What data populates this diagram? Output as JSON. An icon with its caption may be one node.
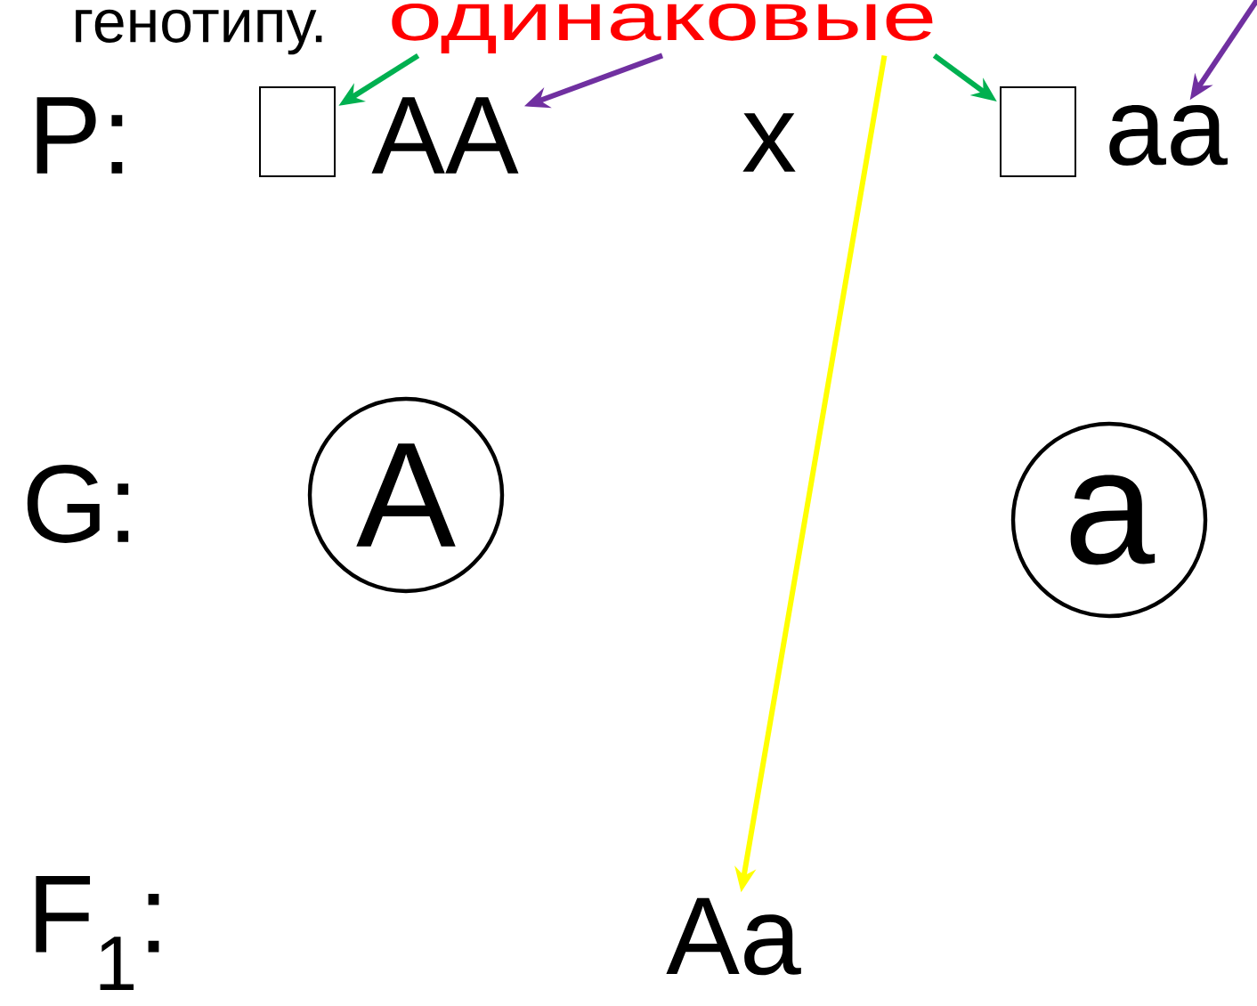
{
  "diagram": {
    "nodes": [
      {
        "text": [],
        "shape": "box"
      },
      {
        "text": [
          "AA"
        ]
      },
      {
        "text": [],
        "shape": "box"
      },
      {
        "text": [
          "aa"
        ]
      },
      {
        "text": [
          "A"
        ]
      },
      {
        "text": [
          "a"
        ]
      },
      {
        "text": [
          "Aa"
        ]
      },
      {
        "text": [
          "одинаковые"
        ]
      }
    ],
    "edges": [
      {
        "from": 7,
        "to": 0,
        "arrow": "to",
        "color": "#00b050"
      },
      {
        "from": 7,
        "to": 1,
        "arrow": "to",
        "color": "#7030a0"
      },
      {
        "from": 7,
        "to": 6,
        "arrow": "to",
        "color": "#ffff00"
      },
      {
        "from": 7,
        "to": 2,
        "arrow": "to",
        "color": "#00b050"
      },
      {
        "from": null,
        "to": 3,
        "arrow": "to",
        "color": "#7030a0"
      }
    ],
    "labels": [
      "генотипу.",
      "P:",
      "x",
      "G:",
      "F$_{1}$:"
    ]
  }
}
